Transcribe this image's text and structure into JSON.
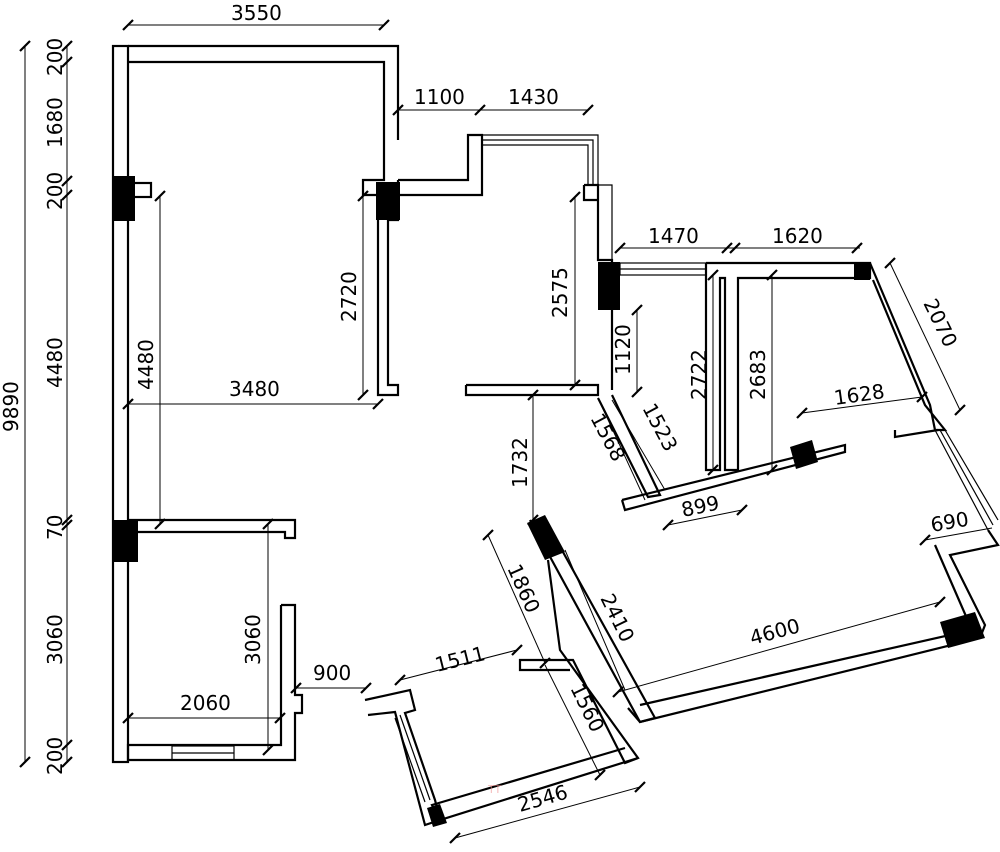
{
  "dimensions": {
    "top_width_left": "3550",
    "top_1100": "1100",
    "top_1430": "1430",
    "total_height": "9890",
    "left_200_a": "200",
    "left_1680": "1680",
    "left_200_b": "200",
    "left_4480": "4480",
    "left_70": "70",
    "left_3060": "3060",
    "left_200_c": "200",
    "room1_height": "4480",
    "room1_width": "3480",
    "room1_right_height": "2720",
    "hall_height": "2575",
    "d_1470": "1470",
    "d_1620": "1620",
    "d_1120": "1120",
    "d_2722": "2722",
    "d_2683": "2683",
    "d_2070": "2070",
    "d_1628": "1628",
    "d_1523": "1523",
    "d_1568": "1568",
    "d_1732": "1732",
    "d_899": "899",
    "d_690": "690",
    "d_1860": "1860",
    "d_2410": "2410",
    "d_4600": "4600",
    "room2_height": "3060",
    "room2_width": "2060",
    "d_900": "900",
    "d_1511": "1511",
    "d_1560": "1560",
    "d_2546": "2546"
  },
  "watermark": "TT"
}
